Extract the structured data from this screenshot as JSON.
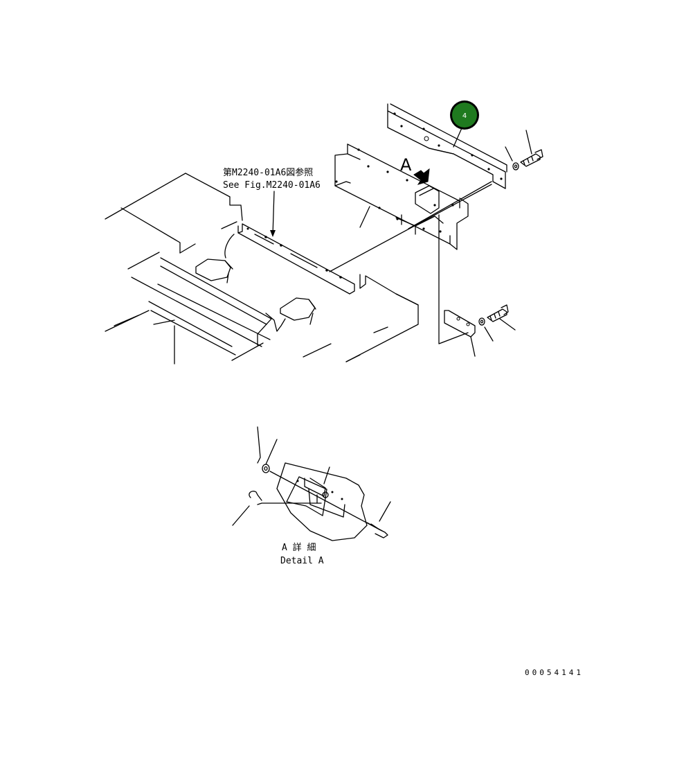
{
  "reference": {
    "line1": "第M2240-01A6図参照",
    "line2": "See Fig.M2240-01A6"
  },
  "view_marker": "A",
  "callout": {
    "number": "4",
    "fill_color": "#1f7a1f"
  },
  "detail_caption": {
    "line1": "A 詳 細",
    "line2": "Detail A"
  },
  "drawing_code": "00054141"
}
